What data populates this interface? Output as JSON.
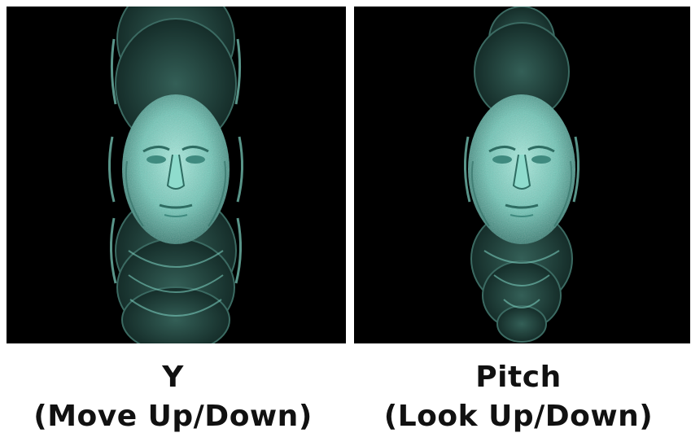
{
  "panels": [
    {
      "title": "Y",
      "subtitle": "(Move Up/Down)",
      "icon": "face-scan-vertical-translation",
      "background_color": "#000000",
      "face_color": "#7fd4c4"
    },
    {
      "title": "Pitch",
      "subtitle": "(Look Up/Down)",
      "icon": "face-scan-pitch-rotation",
      "background_color": "#000000",
      "face_color": "#7fd4c4"
    }
  ],
  "colors": {
    "page_background": "#ffffff",
    "text": "#111111"
  }
}
